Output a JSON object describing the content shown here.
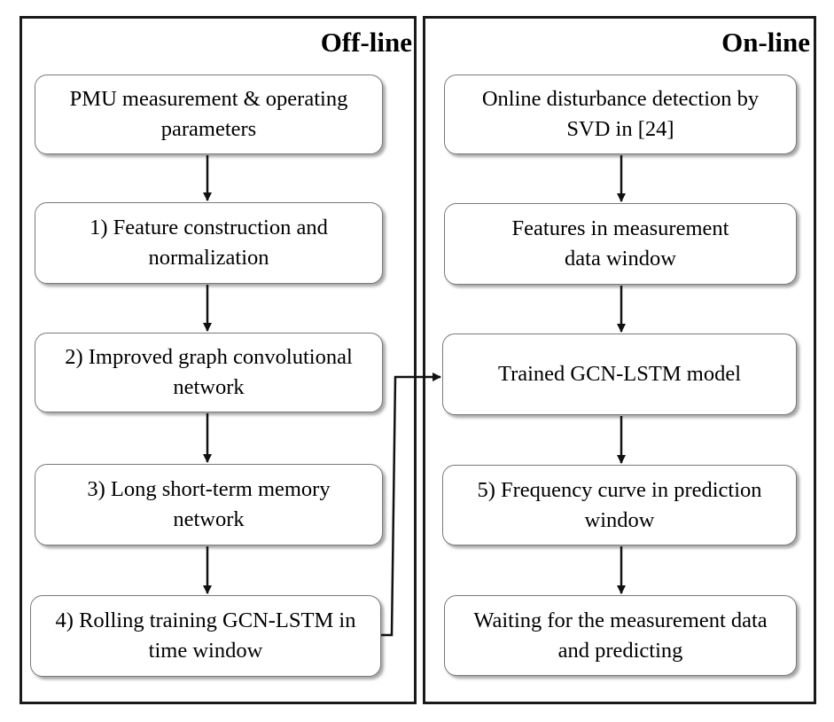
{
  "offline": {
    "title": "Off-line",
    "steps": [
      {
        "line1": "PMU measurement & operating",
        "line2": "parameters"
      },
      {
        "line1": "1) Feature construction and",
        "line2": "normalization"
      },
      {
        "line1": "2) Improved graph convolutional",
        "line2": "network"
      },
      {
        "line1": "3) Long short-term memory",
        "line2": "network"
      },
      {
        "line1": "4) Rolling training GCN-LSTM in",
        "line2": "time window"
      }
    ]
  },
  "online": {
    "title": "On-line",
    "steps": [
      {
        "line1": "Online disturbance detection by",
        "line2": "SVD in [24]"
      },
      {
        "line1": "Features in measurement",
        "line2": "data window"
      },
      {
        "line1": "Trained GCN-LSTM model",
        "line2": ""
      },
      {
        "line1": "5) Frequency curve in prediction",
        "line2": "window"
      },
      {
        "line1": "Waiting for the measurement data",
        "line2": "and predicting"
      }
    ]
  }
}
